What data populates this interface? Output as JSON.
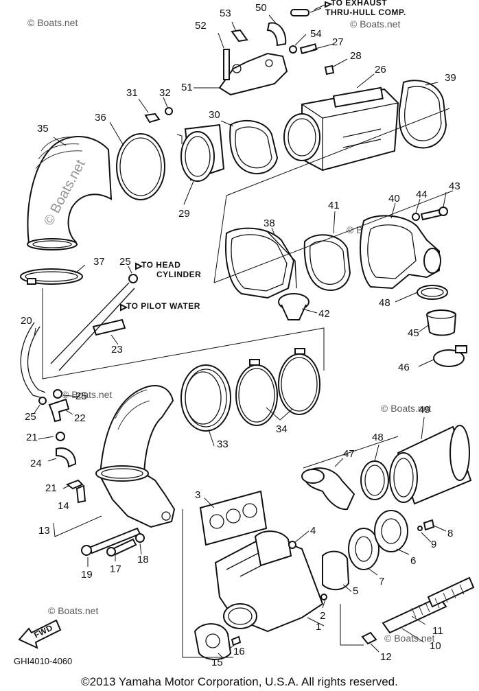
{
  "callouts": [
    "1",
    "2",
    "3",
    "4",
    "5",
    "6",
    "7",
    "8",
    "9",
    "10",
    "11",
    "12",
    "13",
    "14",
    "15",
    "16",
    "17",
    "18",
    "19",
    "20",
    "21",
    "21",
    "22",
    "23",
    "24",
    "25",
    "25",
    "25",
    "26",
    "27",
    "28",
    "29",
    "30",
    "31",
    "32",
    "33",
    "34",
    "35",
    "36",
    "37",
    "38",
    "39",
    "40",
    "41",
    "42",
    "43",
    "44",
    "45",
    "46",
    "47",
    "48",
    "48",
    "49",
    "50",
    "51",
    "52",
    "53",
    "54"
  ],
  "notes": {
    "exhaust_line1": "TO EXHAUST",
    "exhaust_line2": "THRU-HULL COMP.",
    "head_line1": "TO HEAD",
    "head_line2": "CYLINDER",
    "pilot": "TO PILOT WATER",
    "fwd": "FWD"
  },
  "drawing_code": "GHI4010-4060",
  "watermark": "© Boats.net",
  "copyright": "©2013 Yamaha Motor Corporation, U.S.A. All rights reserved."
}
